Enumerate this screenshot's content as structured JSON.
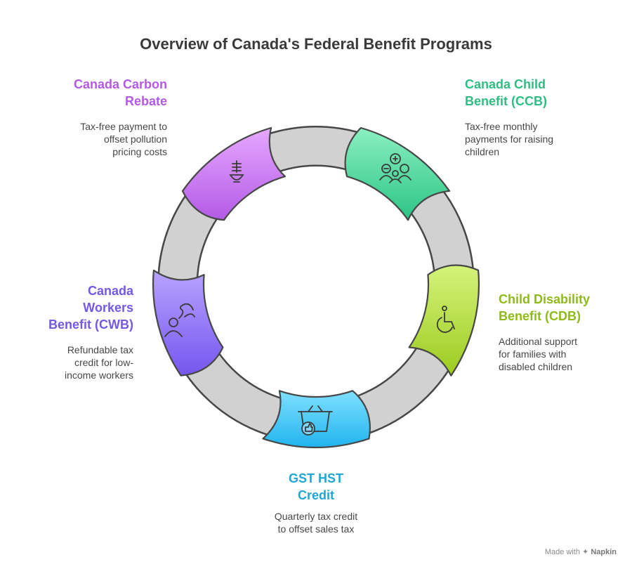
{
  "title": "Overview of Canada's Federal Benefit Programs",
  "programs": [
    {
      "id": "carbon",
      "name": "Canada Carbon Rebate",
      "name_lines": [
        "Canada Carbon",
        "Rebate"
      ],
      "description_lines": [
        "Tax-free payment to",
        "offset pollution",
        "pricing costs"
      ],
      "color": "#b15de8",
      "icon": "lightbulb-icon"
    },
    {
      "id": "ccb",
      "name": "Canada Child Benefit (CCB)",
      "name_lines": [
        "Canada Child",
        "Benefit (CCB)"
      ],
      "description_lines": [
        "Tax-free monthly",
        "payments for raising",
        "children"
      ],
      "color": "#33c48a",
      "icon": "family-icon"
    },
    {
      "id": "cdb",
      "name": "Child Disability Benefit (CDB)",
      "name_lines": [
        "Child Disability",
        "Benefit (CDB)"
      ],
      "description_lines": [
        "Additional support",
        "for families with",
        "disabled children"
      ],
      "color": "#94bf1f",
      "icon": "wheelchair-icon"
    },
    {
      "id": "gst",
      "name": "GST HST Credit",
      "name_lines": [
        "GST HST",
        "Credit"
      ],
      "description_lines": [
        "Quarterly tax credit",
        "to offset sales tax"
      ],
      "color": "#2aa9dc",
      "icon": "basket-thumbs-up-icon"
    },
    {
      "id": "cwb",
      "name": "Canada Workers Benefit (CWB)",
      "name_lines": [
        "Canada",
        "Workers",
        "Benefit (CWB)"
      ],
      "description_lines": [
        "Refundable tax",
        "credit for low-",
        "income workers"
      ],
      "color": "#7a5ce8",
      "icon": "worker-path-icon"
    }
  ],
  "footer": {
    "made_with": "Made with",
    "brand": "Napkin"
  }
}
